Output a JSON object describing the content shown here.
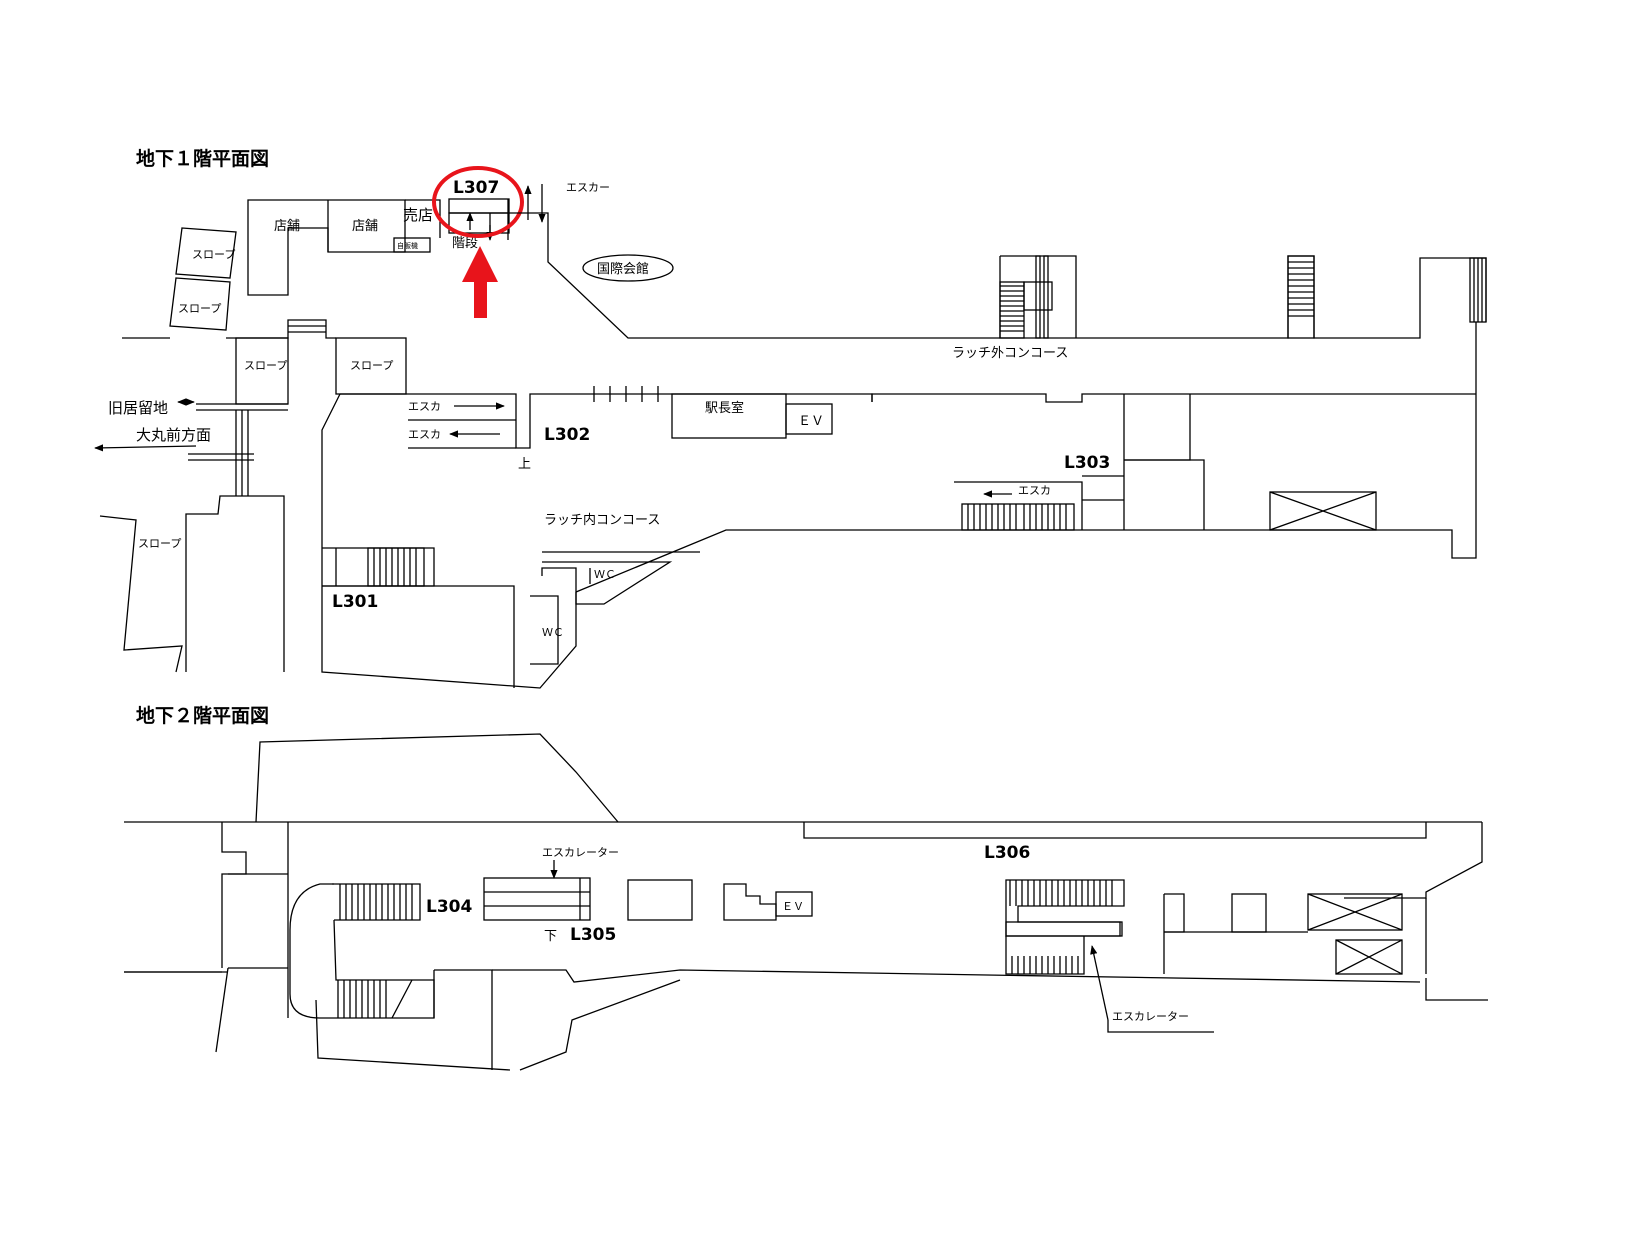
{
  "floors": {
    "b1_title": "地下１階平面図",
    "b2_title": "地下２階平面図"
  },
  "rooms": {
    "shop_1": "店舗",
    "shop_2": "店舗",
    "kiosk": "売店",
    "vending": "自販機",
    "stairs": "階段",
    "international_hall": "国際会館",
    "station_master": "駅長室",
    "ev_b1": "ＥＶ",
    "ev_b2": "ＥＶ",
    "wc_1": "ＷＣ",
    "wc_2": "ＷＣ",
    "slope_1": "スロープ",
    "slope_2": "スロープ",
    "slope_3": "スロープ",
    "slope_4": "スロープ",
    "slope_5": "スロープ"
  },
  "areas": {
    "concourse_outside": "ラッチ外コンコース",
    "concourse_inside": "ラッチ内コンコース"
  },
  "directions": {
    "kyokyoryuchi": "旧居留地",
    "daimaru": "大丸前方面",
    "up": "上",
    "down": "下"
  },
  "escalators": {
    "esc_top": "エスカー",
    "esc_l302_a": "エスカ",
    "esc_l302_b": "エスカ",
    "esc_l303": "エスカ",
    "esc_b2_l305": "エスカレーター",
    "esc_b2_l306": "エスカレーター"
  },
  "exits": {
    "L301": "L301",
    "L302": "L302",
    "L303": "L303",
    "L304": "L304",
    "L305": "L305",
    "L306": "L306",
    "L307": "L307"
  },
  "colors": {
    "highlight": "#e8141b",
    "line": "#000000"
  },
  "icons": {
    "highlight_marker": "circle-highlight",
    "pointer": "arrow-up-icon"
  },
  "highlighted_exit": "L307"
}
